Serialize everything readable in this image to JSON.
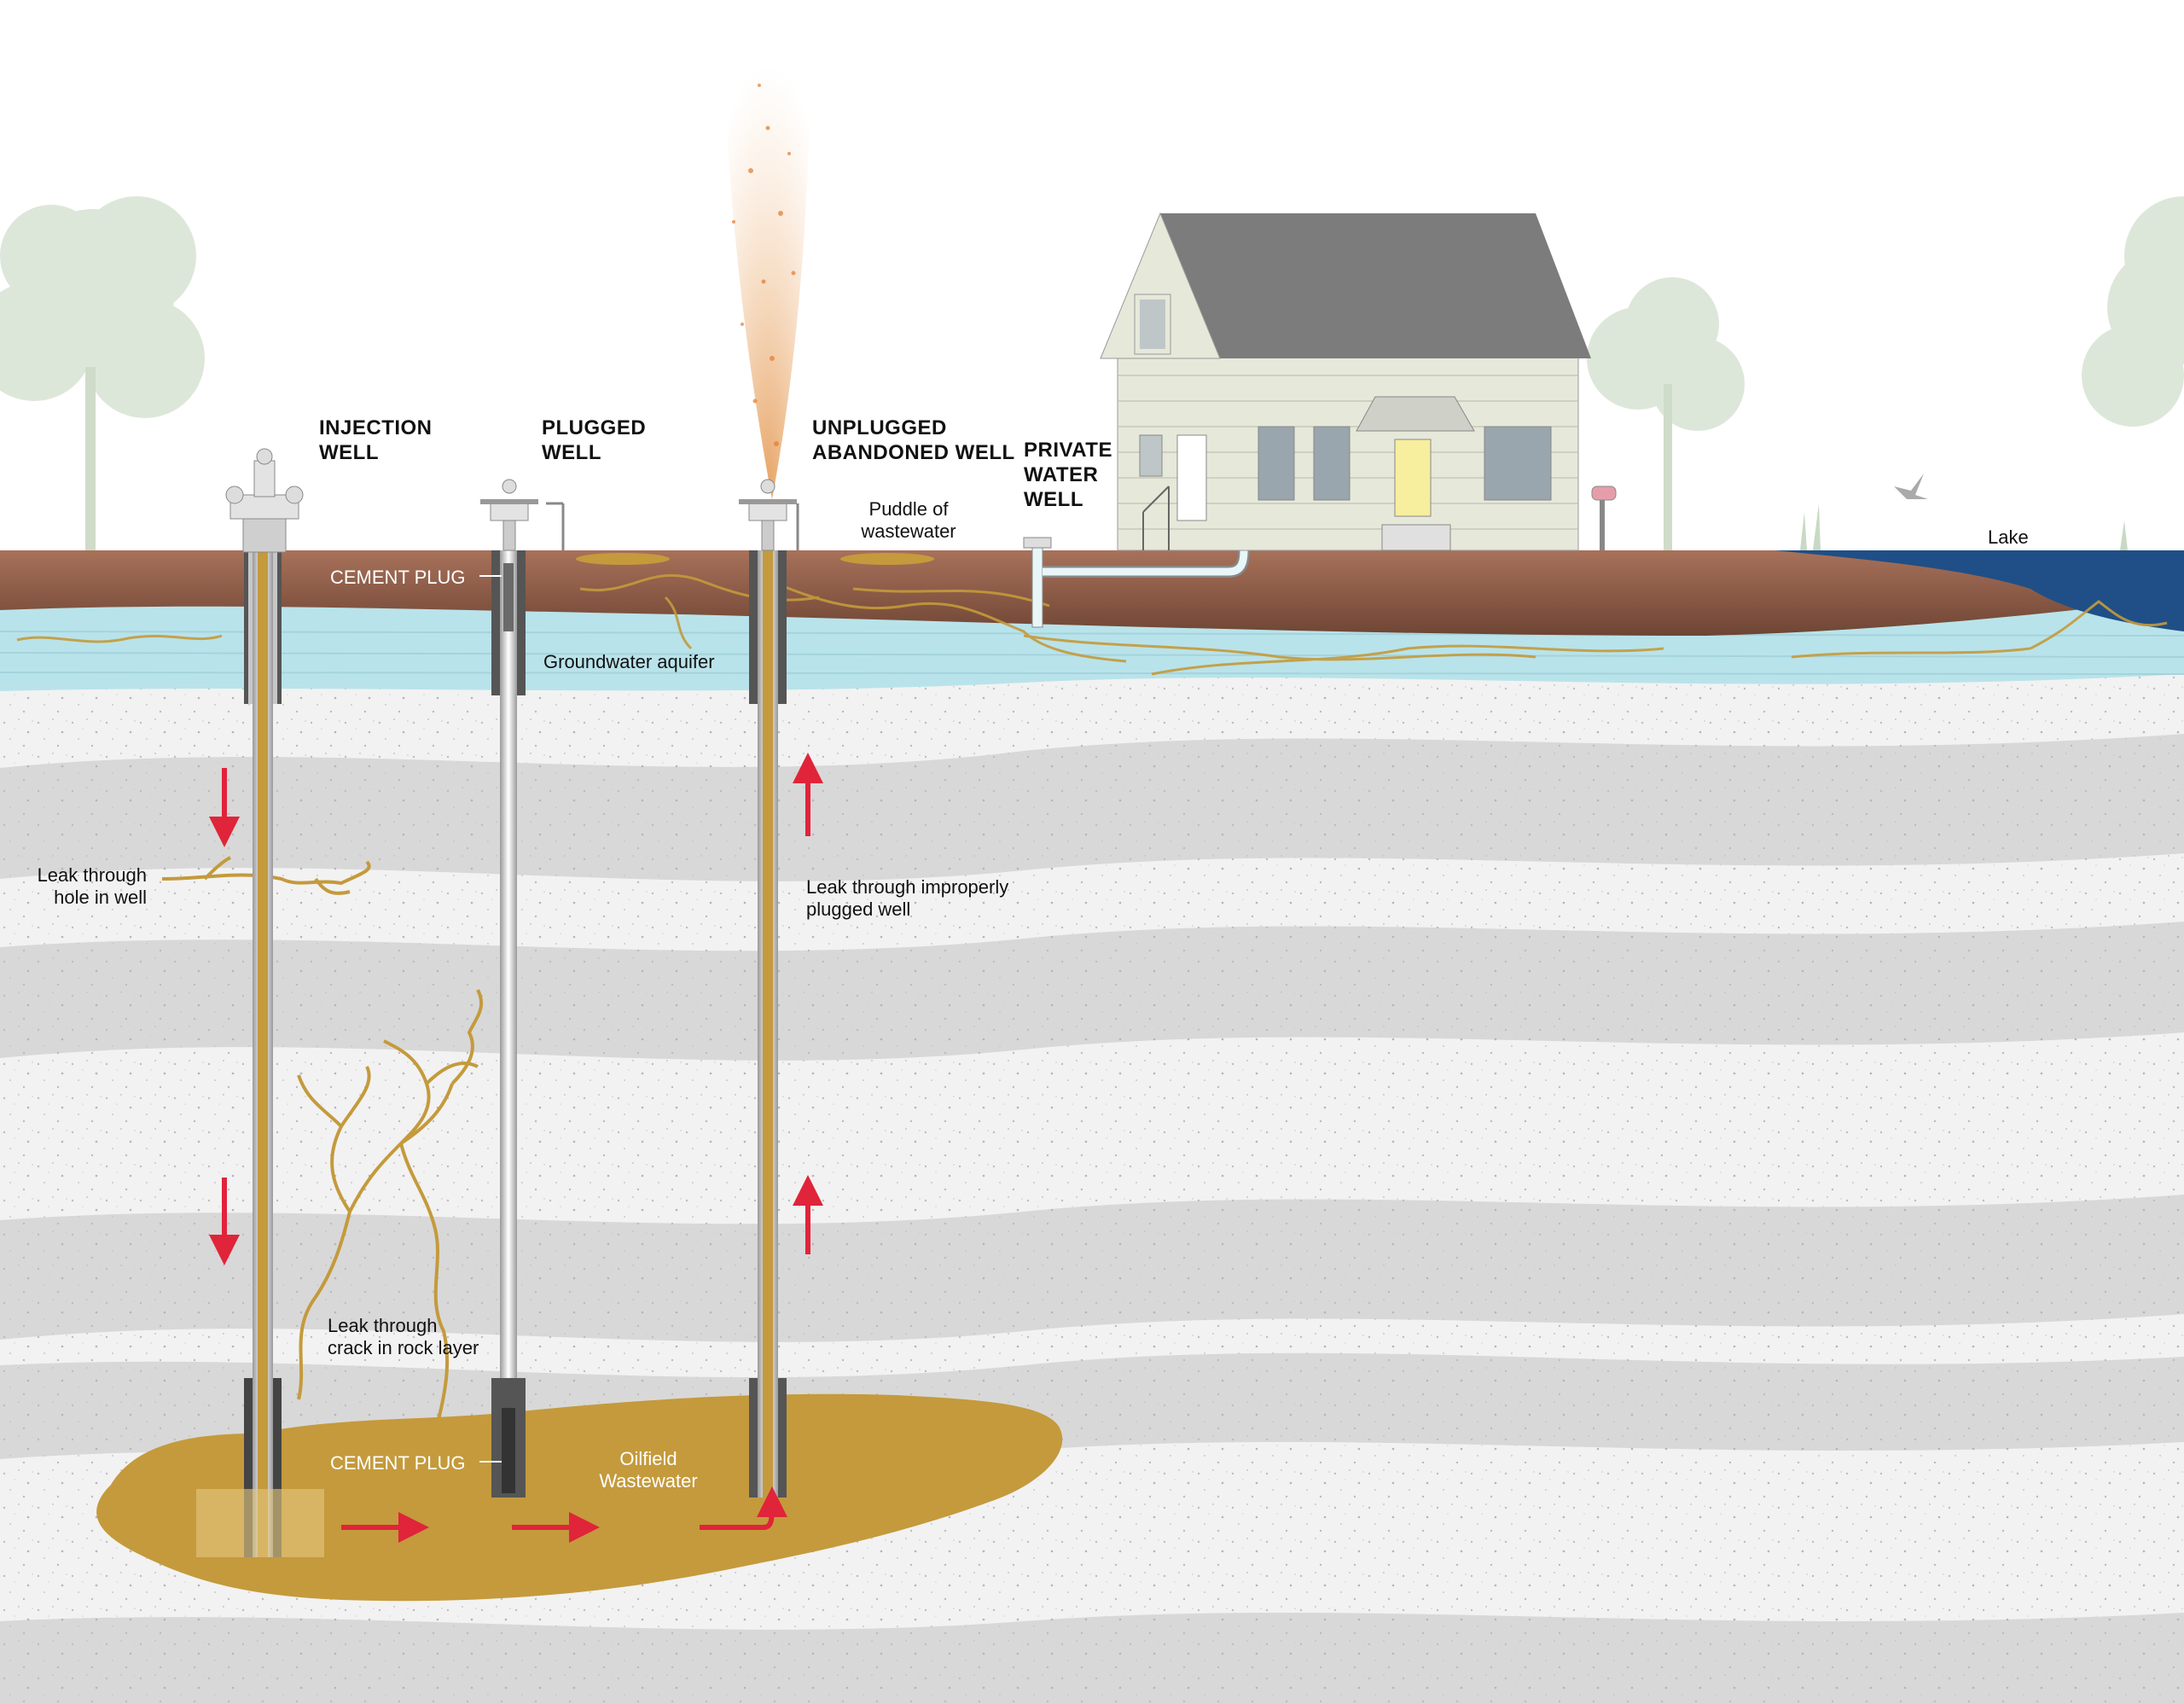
{
  "labels": {
    "injection_well": "INJECTION\nWELL",
    "plugged_well": "PLUGGED\nWELL",
    "unplugged_well": "UNPLUGGED\nABANDONED WELL",
    "private_water_well": "PRIVATE\nWATER\nWELL",
    "puddle": "Puddle of\nwastewater",
    "lake": "Lake",
    "cement_plug_top": "CEMENT PLUG",
    "cement_plug_bottom": "CEMENT PLUG",
    "aquifer": "Groundwater aquifer",
    "leak_hole": "Leak through\nhole in well",
    "leak_improper": "Leak through improperly\nplugged well",
    "leak_crack": "Leak through\ncrack in rock layer",
    "oilfield": "Oilfield\nWastewater"
  },
  "colors": {
    "soil": "#9e6a55",
    "aquifer": "#b9e3ea",
    "rock_light": "#f2f2f2",
    "rock_dark": "#d8d8d8",
    "wastewater": "#c49a3c",
    "arrow": "#e0243a",
    "lake": "#1f4f86",
    "tree": "#dfe8dc",
    "roof": "#7c7c7c",
    "house_wall": "#e6e8da"
  }
}
